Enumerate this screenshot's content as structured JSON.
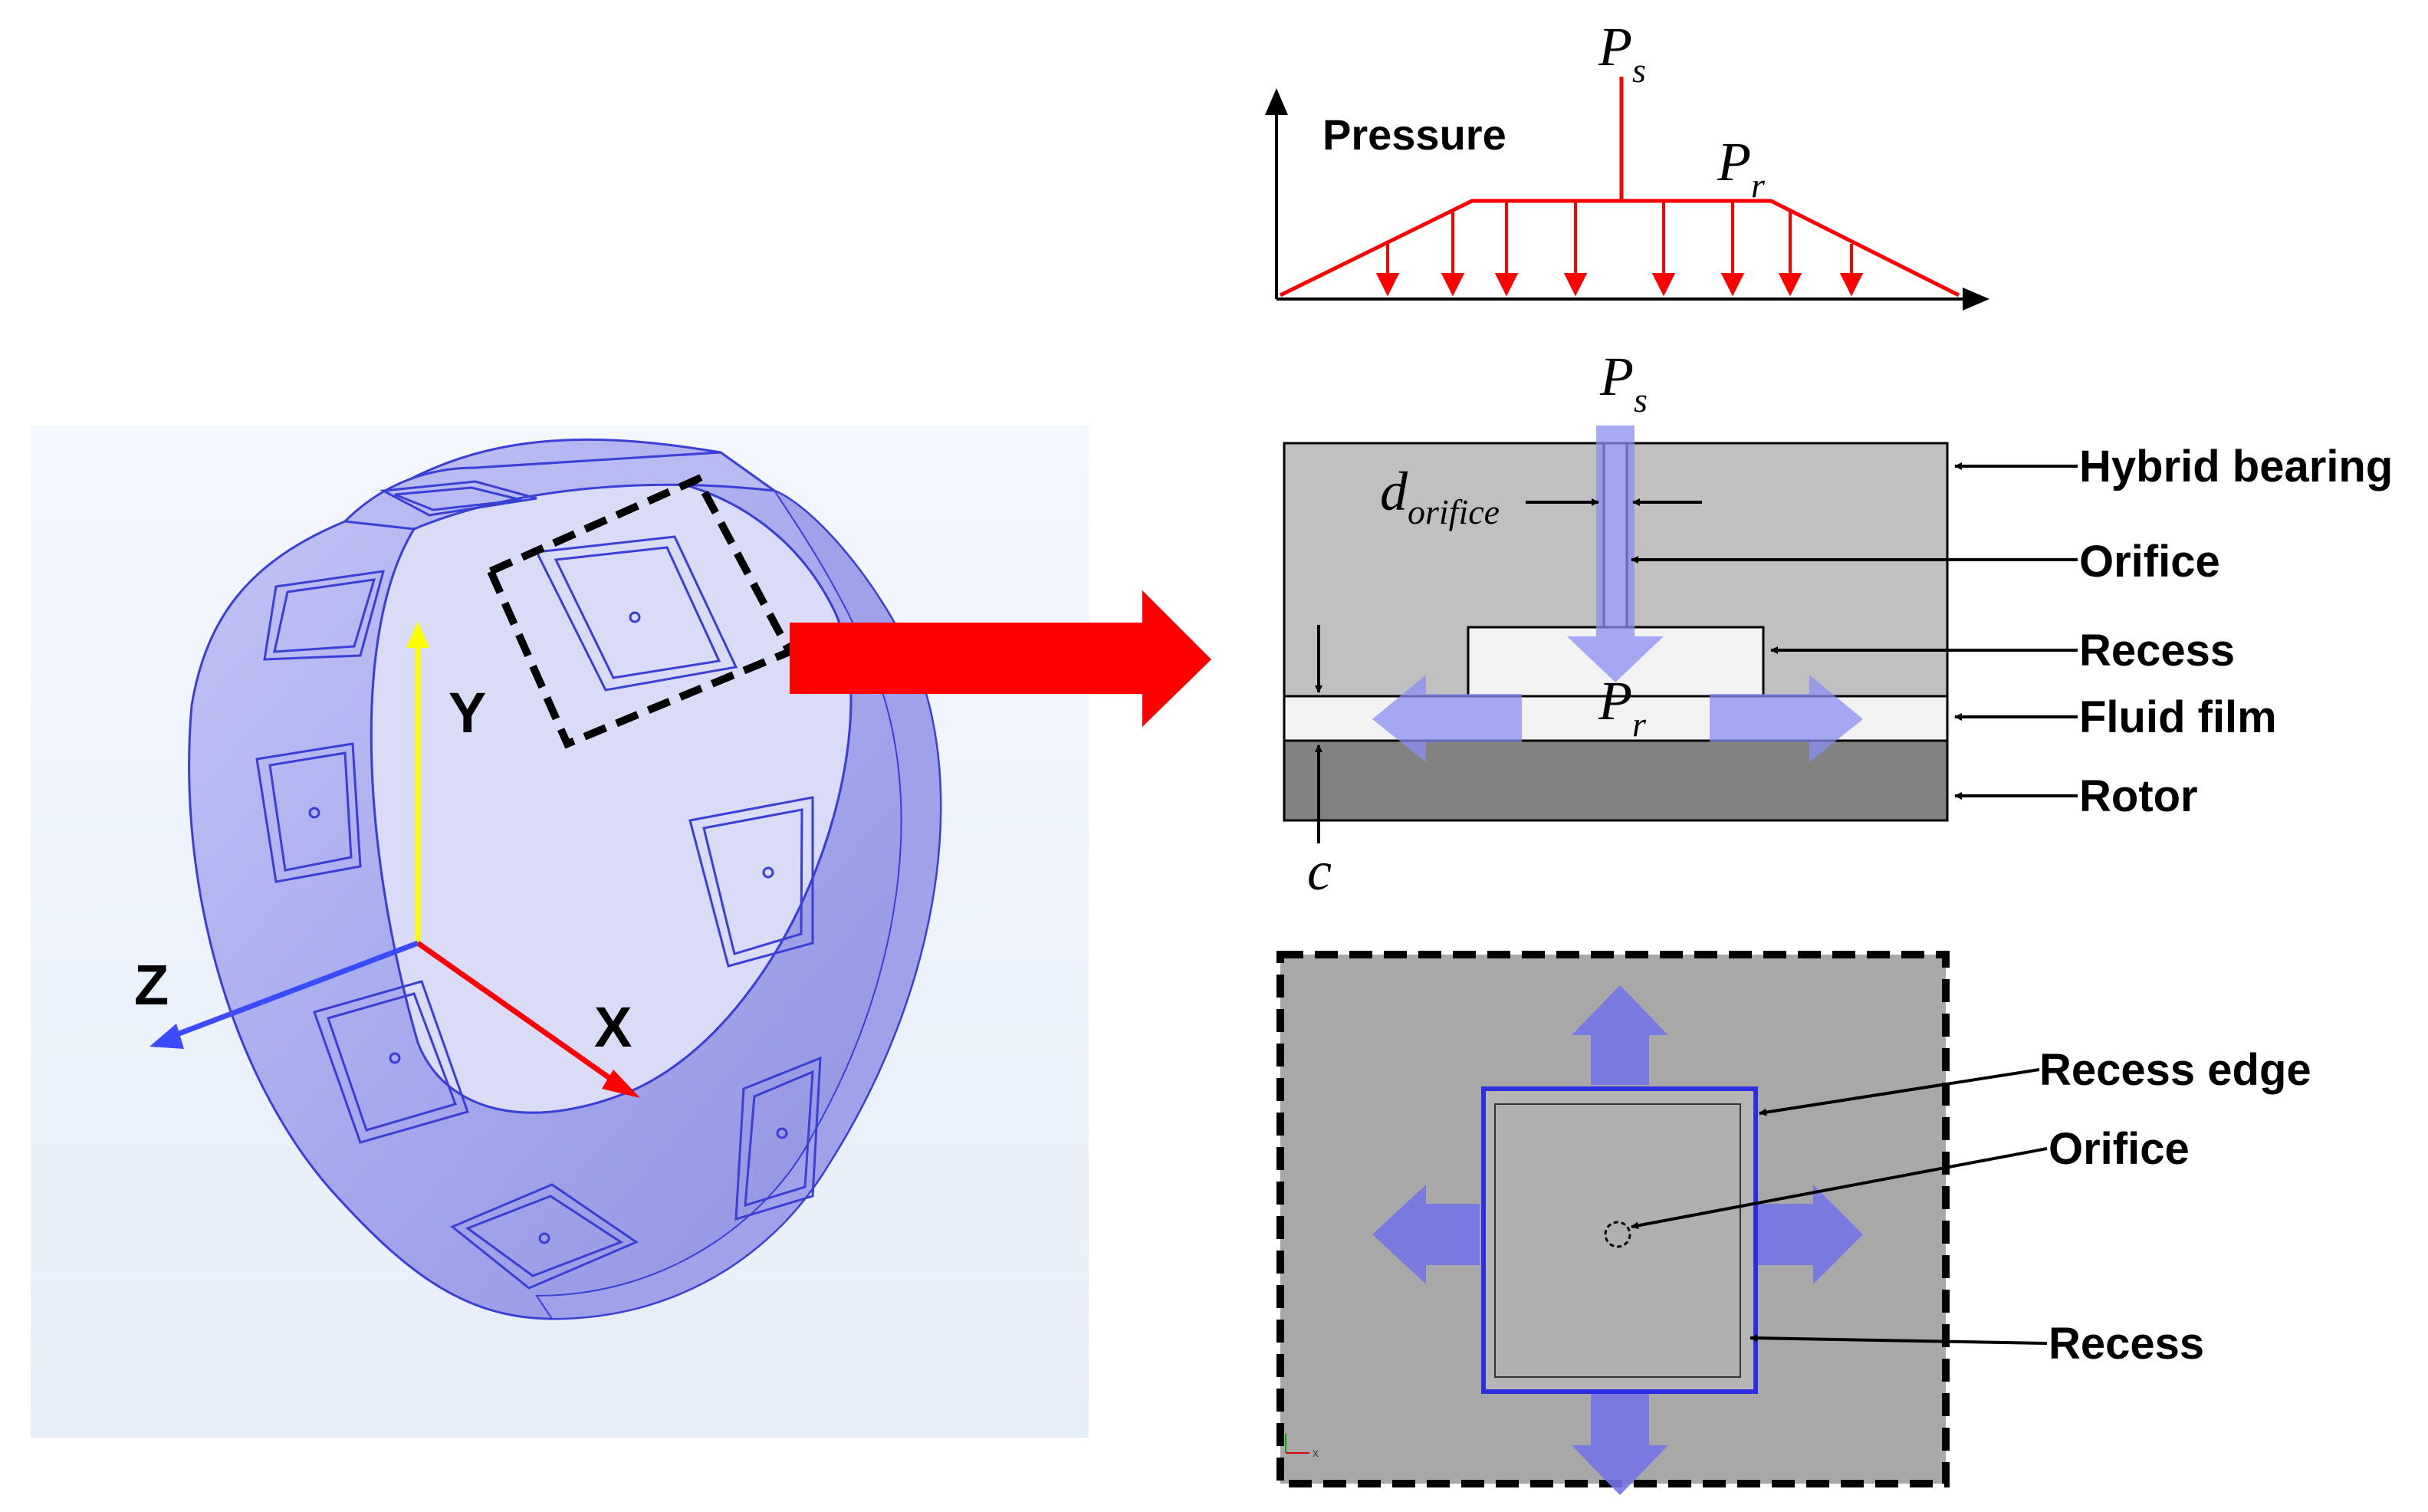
{
  "axes3d": {
    "x_label": "X",
    "y_label": "Y",
    "z_label": "Z"
  },
  "pressure_plot": {
    "title": "Pressure",
    "supply_symbol": "P",
    "supply_sub": "s",
    "recess_symbol": "P",
    "recess_sub": "r"
  },
  "cross_section": {
    "supply_symbol": "P",
    "supply_sub": "s",
    "recess_symbol": "P",
    "recess_sub": "r",
    "orifice_dim_symbol": "d",
    "orifice_dim_sub": "orifice",
    "clearance_symbol": "c",
    "labels": {
      "hybrid_bearing": "Hybrid bearing",
      "orifice": "Orifice",
      "recess": "Recess",
      "fluid_film": "Fluid film",
      "rotor": "Rotor"
    }
  },
  "top_view": {
    "labels": {
      "recess_edge": "Recess edge",
      "orifice": "Orifice",
      "recess": "Recess"
    },
    "mini_axis_label": "x"
  },
  "colors": {
    "ring": "#a9abee",
    "ring_dark": "#7e82da",
    "ring_edge": "#3a3fd6",
    "pressure": "#ff0000",
    "flow_arrow": "#8a8ef0",
    "bearing": "#c0c0c0",
    "film": "#f2f2f2",
    "rotor": "#828282",
    "topview_bg": "#a8a8a8",
    "yaxis": "#ffff00",
    "xaxis": "#ff0000",
    "zaxis": "#3b4bff"
  }
}
